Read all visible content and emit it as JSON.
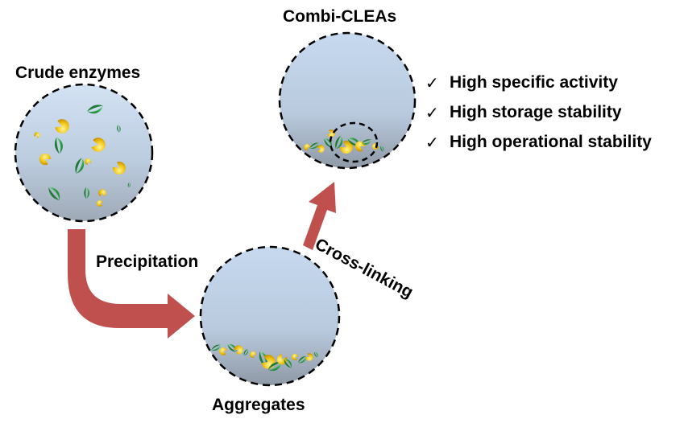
{
  "labels": {
    "crude": "Crude enzymes",
    "combi": "Combi-CLEAs",
    "aggregates": "Aggregates",
    "precipitation": "Precipitation",
    "crosslinking": "Cross-linking"
  },
  "properties": [
    {
      "check": "✓",
      "text": "High specific activity"
    },
    {
      "check": "✓",
      "text": "High storage stability"
    },
    {
      "check": "✓",
      "text": "High operational stability"
    }
  ],
  "colors": {
    "arrow": "#c0504d",
    "vessel_top": "#c5d9ef",
    "vessel_bottom": "#a0acb8",
    "enzyme_green": "#2ea84a",
    "enzyme_yellow": "#f2c40f"
  },
  "icons": {
    "check": "check-icon",
    "enzyme_a": "green-leaf-enzyme-icon",
    "enzyme_b": "yellow-pacman-enzyme-icon"
  }
}
